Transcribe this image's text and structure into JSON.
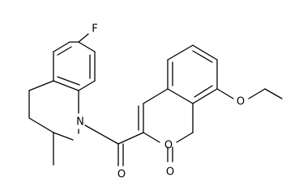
{
  "molecule": {
    "atoms": {
      "fluorine": "F",
      "nitrogen": "N",
      "carbonyl_oxygen": "O",
      "ring_oxygen": "O",
      "lactone_oxygen": "O",
      "ether_oxygen": "O"
    },
    "colors": {
      "bond": "#000000",
      "label": "#000000",
      "background": "#ffffff"
    }
  }
}
